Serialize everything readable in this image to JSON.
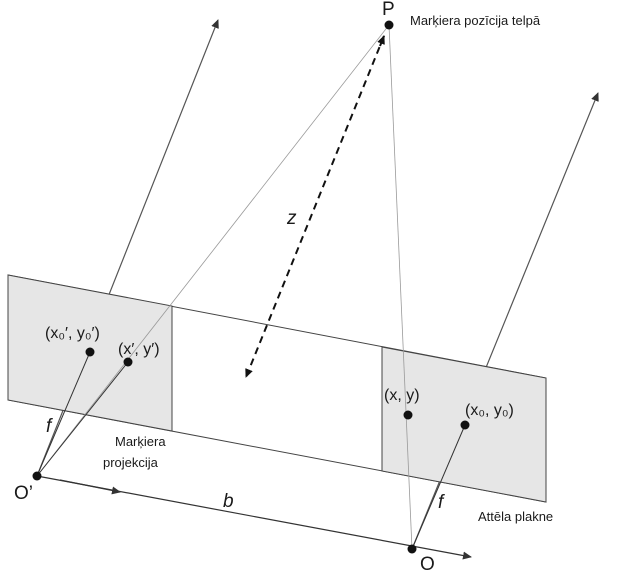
{
  "labels": {
    "point_P": "P",
    "marker_position_caption": "Marķiera pozīcija telpā",
    "z_label": "z",
    "left_principal": "(x₀′,  y₀′)",
    "left_projected": "(x′, y′)",
    "right_projected": "(x, y)",
    "right_principal": "(x₀, y₀)",
    "focal_left": "f",
    "focal_right": "f",
    "marker_projection_line1": "Marķiera",
    "marker_projection_line2": "projekcija",
    "origin_left": "O’",
    "origin_right": "O",
    "baseline": "b",
    "image_plane": "Attēla plakne"
  },
  "colors": {
    "plane_fill": "#e6e6e6",
    "line": "#333333",
    "thin_line": "#9a9a9a",
    "point": "#111111"
  }
}
